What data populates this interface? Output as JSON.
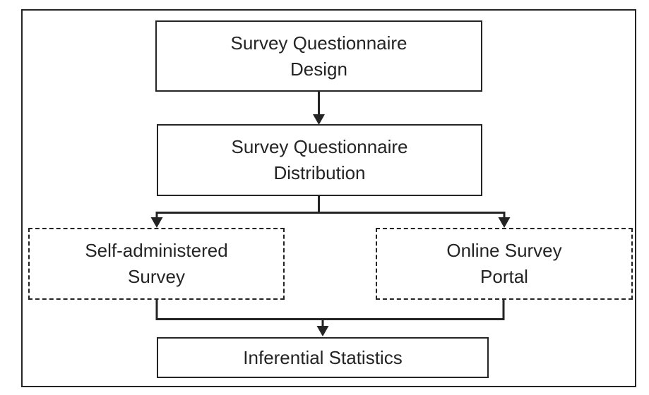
{
  "figure": {
    "type": "flowchart",
    "background_color": "#ffffff",
    "ink_color": "#242424"
  },
  "flowchart": {
    "nodes": [
      {
        "id": "survey-questionnaire-design",
        "label": "Survey Questionnaire Design",
        "lines": [
          "Survey Questionnaire",
          "Design"
        ],
        "border": "solid"
      },
      {
        "id": "survey-questionnaire-distribution",
        "label": "Survey Questionnaire Distribution",
        "lines": [
          "Survey Questionnaire",
          "Distribution"
        ],
        "border": "solid"
      },
      {
        "id": "self-administered-survey",
        "label": "Self-administered Survey",
        "lines": [
          "Self-administered",
          "Survey"
        ],
        "border": "dashed"
      },
      {
        "id": "online-survey-portal",
        "label": "Online Survey Portal",
        "lines": [
          "Online Survey",
          "Portal"
        ],
        "border": "dashed"
      },
      {
        "id": "inferential-statistics",
        "label": "Inferential Statistics",
        "lines": [
          "Inferential Statistics"
        ],
        "border": "solid"
      }
    ],
    "edges": [
      {
        "from": "Survey Questionnaire Design",
        "to": "Survey Questionnaire Distribution"
      },
      {
        "from": "Survey Questionnaire Distribution",
        "to": "Self-administered Survey"
      },
      {
        "from": "Survey Questionnaire Distribution",
        "to": "Online Survey Portal"
      },
      {
        "from": "Self-administered Survey",
        "to": "Inferential Statistics"
      },
      {
        "from": "Online Survey Portal",
        "to": "Inferential Statistics"
      }
    ]
  }
}
